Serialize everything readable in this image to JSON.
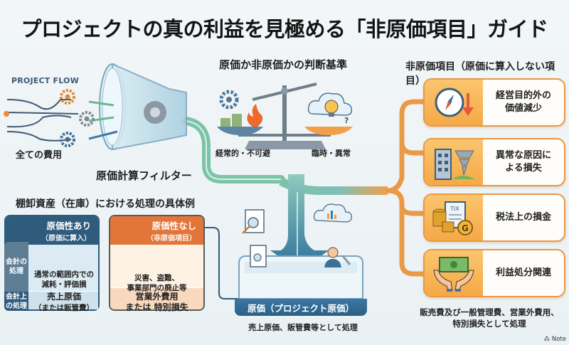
{
  "title": "プロジェクトの真の利益を見極める「非原価項目」ガイド",
  "left_flow": {
    "flow_label": "PROJECT FLOW",
    "all_costs_label": "全ての費用",
    "filter_label": "原価計算フィルター",
    "icons": [
      "gear-icon",
      "gear-icon",
      "gear-icon",
      "funnel-icon"
    ]
  },
  "criteria": {
    "title": "原価か非原価かの判断基準",
    "left_pan_label": "経常的・不可避",
    "right_pan_label": "臨時・異常",
    "left_pan_icons": [
      "gear-icon",
      "coins-icon",
      "flame-icon"
    ],
    "right_pan_icons": [
      "cloud-icon",
      "lightbulb-icon",
      "question-icon"
    ]
  },
  "non_cost_items": {
    "title": "非原価項目（原価に算入しない項目）",
    "items": [
      {
        "label_line1": "経営目的外の",
        "label_line2": "価値減少",
        "icon": "compass-down-icon"
      },
      {
        "label_line1": "異常な原因に",
        "label_line2": "よる損失",
        "icon": "disaster-icon"
      },
      {
        "label_line1": "税法上の損金",
        "label_line2": "",
        "icon": "tax-coins-icon"
      },
      {
        "label_line1": "利益処分関連",
        "label_line2": "",
        "icon": "money-hands-icon"
      }
    ],
    "footer_line1": "販売費及び一般管理費、営業外費用、",
    "footer_line2": "特別損失として処理"
  },
  "inventory": {
    "title": "棚卸資産（在庫）における処理の具体例",
    "row_labels": {
      "accounting_treatment": "会計の処理",
      "booking": "会計上の処理"
    },
    "with_cost": {
      "heading": "原価性あり",
      "subheading": "（原価に算入）",
      "description_line1": "通常の範囲内での",
      "description_line2": "減耗・評価損",
      "result_line1": "売上原価",
      "result_line2": "（または販管費）"
    },
    "without_cost": {
      "heading": "原価性なし",
      "subheading": "（非原価項目）",
      "description_line1": "災害、盗難、",
      "description_line2": "事業部門の廃止等",
      "result_line1": "営業外費用",
      "result_line2": "または 特別損失"
    }
  },
  "basin": {
    "label": "原価（プロジェクト原価）",
    "caption": "売上原価、販管費等として処理"
  },
  "watermark": "Note",
  "colors": {
    "primary_blue": "#2f5c7c",
    "accent_orange": "#e99842",
    "teal_flow": "#7cc3a8",
    "header_orange": "#e2763a"
  }
}
